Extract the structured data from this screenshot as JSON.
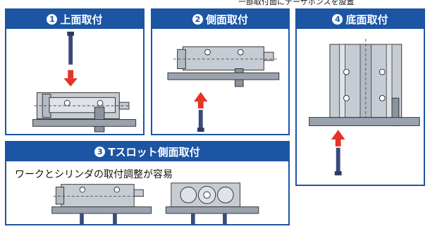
{
  "top_note": "一部取付面にテーザホンスを設置",
  "panels": {
    "p1": {
      "num": "1",
      "title": "上面取付"
    },
    "p2": {
      "num": "2",
      "title": "側面取付"
    },
    "p4": {
      "num": "4",
      "title": "底面取付"
    },
    "p3": {
      "num": "3",
      "title": "Tスロット側面取付",
      "subtitle": "ワークとシリンダの取付調整が容易"
    }
  },
  "colors": {
    "header": "#1c55a3",
    "arrow": "#e53228",
    "base": "#9aa3ad",
    "body": "#c6ccd4",
    "bolt": "#3a4a7a"
  },
  "icons": [
    "bolt-icon",
    "arrow-icon",
    "cylinder-icon"
  ]
}
